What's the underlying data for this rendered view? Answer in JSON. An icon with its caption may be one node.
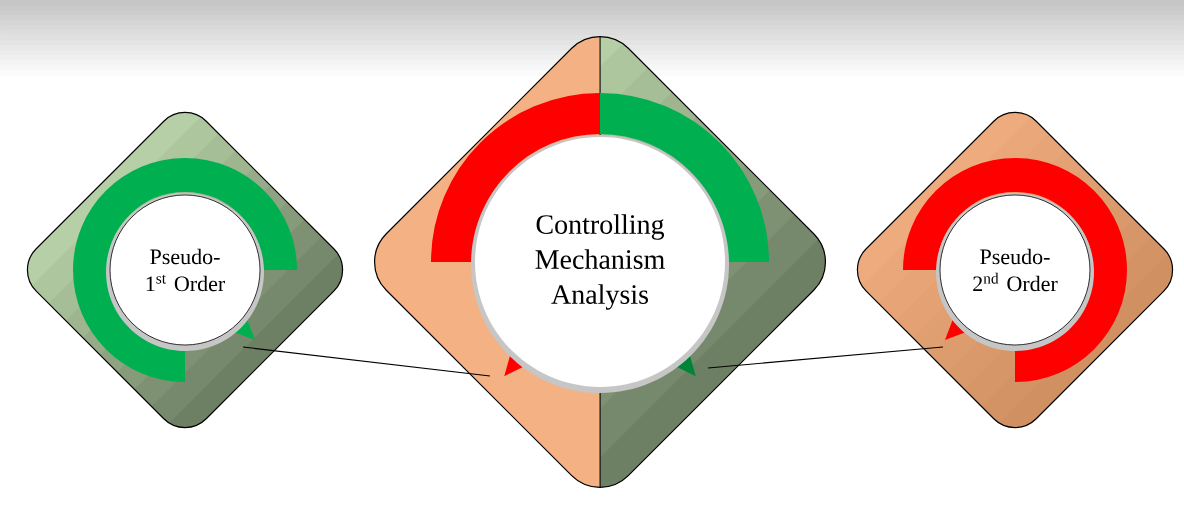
{
  "diagram": {
    "nodes": [
      {
        "text": [
          "Pseudo- 1$^{st}$ Order"
        ]
      },
      {
        "text": [
          "Controlling Mechanism Analysis"
        ]
      },
      {
        "text": [
          "Pseudo- 2$^{nd}$ Order"
        ]
      }
    ],
    "edges": [
      {
        "from": 0,
        "to": 1,
        "arrow": "none"
      },
      {
        "from": 1,
        "to": 2,
        "arrow": "none"
      }
    ]
  }
}
